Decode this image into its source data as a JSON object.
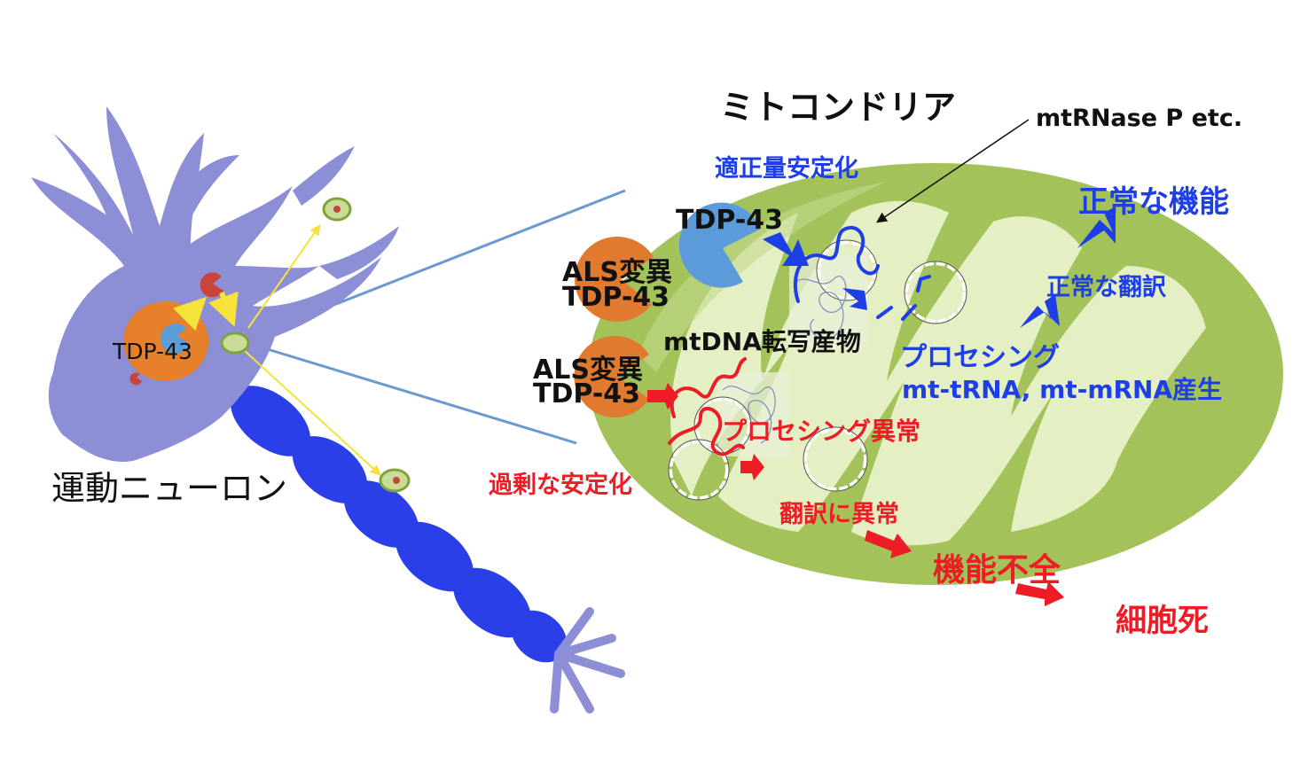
{
  "colors": {
    "neuron": "#8c8ed6",
    "nucleus": "#e6802a",
    "axon": "#2b3fe8",
    "mito_outer": "#a4c25a",
    "mito_inner": "#e4efc4",
    "normal": "#1f3fe6",
    "abnormal": "#ee1c24",
    "tdp_normal": "#5b9bd9",
    "tdp_mutant": "#e07a2e"
  },
  "neuron": {
    "cell_label": "運動ニューロン",
    "tdp_label": "TDP-43"
  },
  "mito": {
    "title": "ミトコンドリア",
    "rnase_label": "mtRNase P etc.",
    "transcript_label": "mtDNA転写産物"
  },
  "normal_path": {
    "stabilize": "適正量安定化",
    "tdp": "TDP-43",
    "processing": "プロセシング",
    "products": "mt-tRNA, mt-mRNA産生",
    "translation": "正常な翻訳",
    "function": "正常な機能"
  },
  "mutant": {
    "label1_line1": "ALS変異",
    "label1_line2": "TDP-43",
    "label2_line1": "ALS変異",
    "label2_line2": "TDP-43"
  },
  "abnormal_path": {
    "over_stabilize": "過剰な安定化",
    "processing_error": "プロセシング異常",
    "translation_error": "翻訳に異常",
    "dysfunction": "機能不全",
    "cell_death": "細胞死"
  }
}
